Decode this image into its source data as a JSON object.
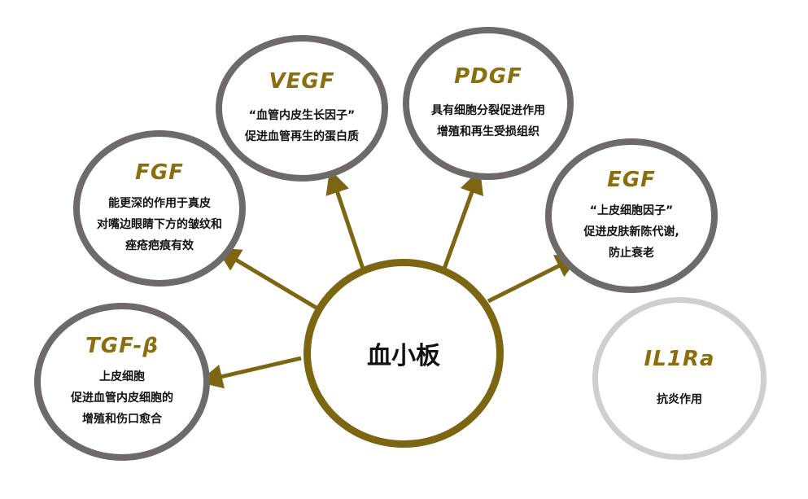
{
  "center": {
    "label": "血小板"
  },
  "nodes": [
    {
      "key": "vegf",
      "title": "VEGF",
      "lines": [
        "“血管内皮生长因子”",
        "促进血管再生的蛋白质"
      ],
      "border": "#6e6a6a"
    },
    {
      "key": "pdgf",
      "title": "PDGF",
      "lines": [
        "具有细胞分裂促进作用",
        "增殖和再生受损组织"
      ],
      "border": "#6e6a6a"
    },
    {
      "key": "fgf",
      "title": "FGF",
      "lines": [
        "能更深的作用于真皮",
        "对嘴边眼睛下方的皱纹和",
        "痤疮疤痕有效"
      ],
      "border": "#6e6a6a"
    },
    {
      "key": "egf",
      "title": "EGF",
      "lines": [
        "“上皮细胞因子”",
        "促进皮肤新陈代谢,",
        "防止衰老"
      ],
      "border": "#6e6a6a"
    },
    {
      "key": "tgf",
      "title": "TGF-β",
      "lines": [
        "上皮细胞",
        "促进血管内皮细胞的",
        "增殖和伤口愈合"
      ],
      "border": "#6e6a6a"
    },
    {
      "key": "il1ra",
      "title": "IL1Ra",
      "lines": [
        "抗炎作用"
      ],
      "border": "#cfcfcf"
    }
  ],
  "colors": {
    "accent": "#7d6612",
    "title": "#8a6e10",
    "circle_border": "#6e6a6a",
    "circle_border_light": "#cfcfcf"
  }
}
